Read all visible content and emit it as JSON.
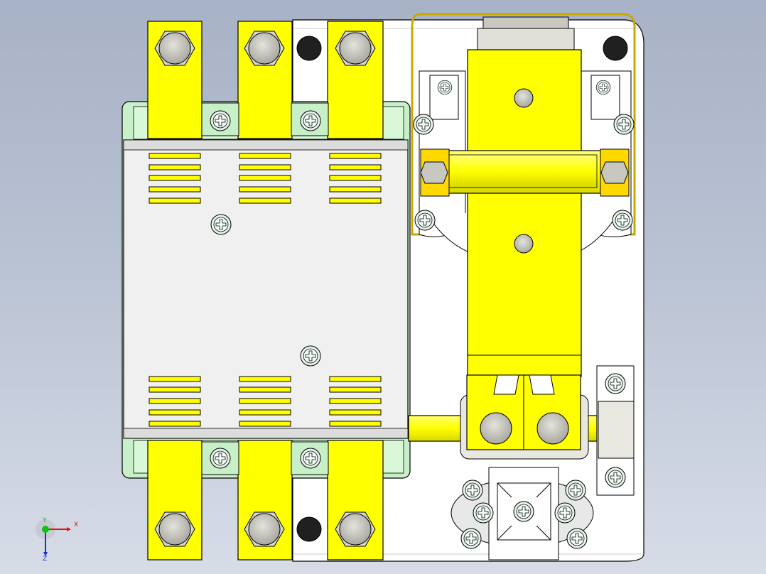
{
  "viewport": {
    "background_top": "#a8b2c6",
    "background_bottom": "#d7dce7"
  },
  "palette": {
    "terminal_yellow": "#ffff00",
    "base_plate": "#ffffff",
    "housing_green": "#c8f0c8",
    "cover_grey": "#f0f0f0",
    "bolt_grey": "#c8c8c0",
    "outline": "#000000"
  },
  "triad": {
    "x_label": "X",
    "y_label": "Y",
    "z_label": "Z",
    "x_color": "#e01010",
    "y_color": "#10c010",
    "z_color": "#1030e0"
  }
}
